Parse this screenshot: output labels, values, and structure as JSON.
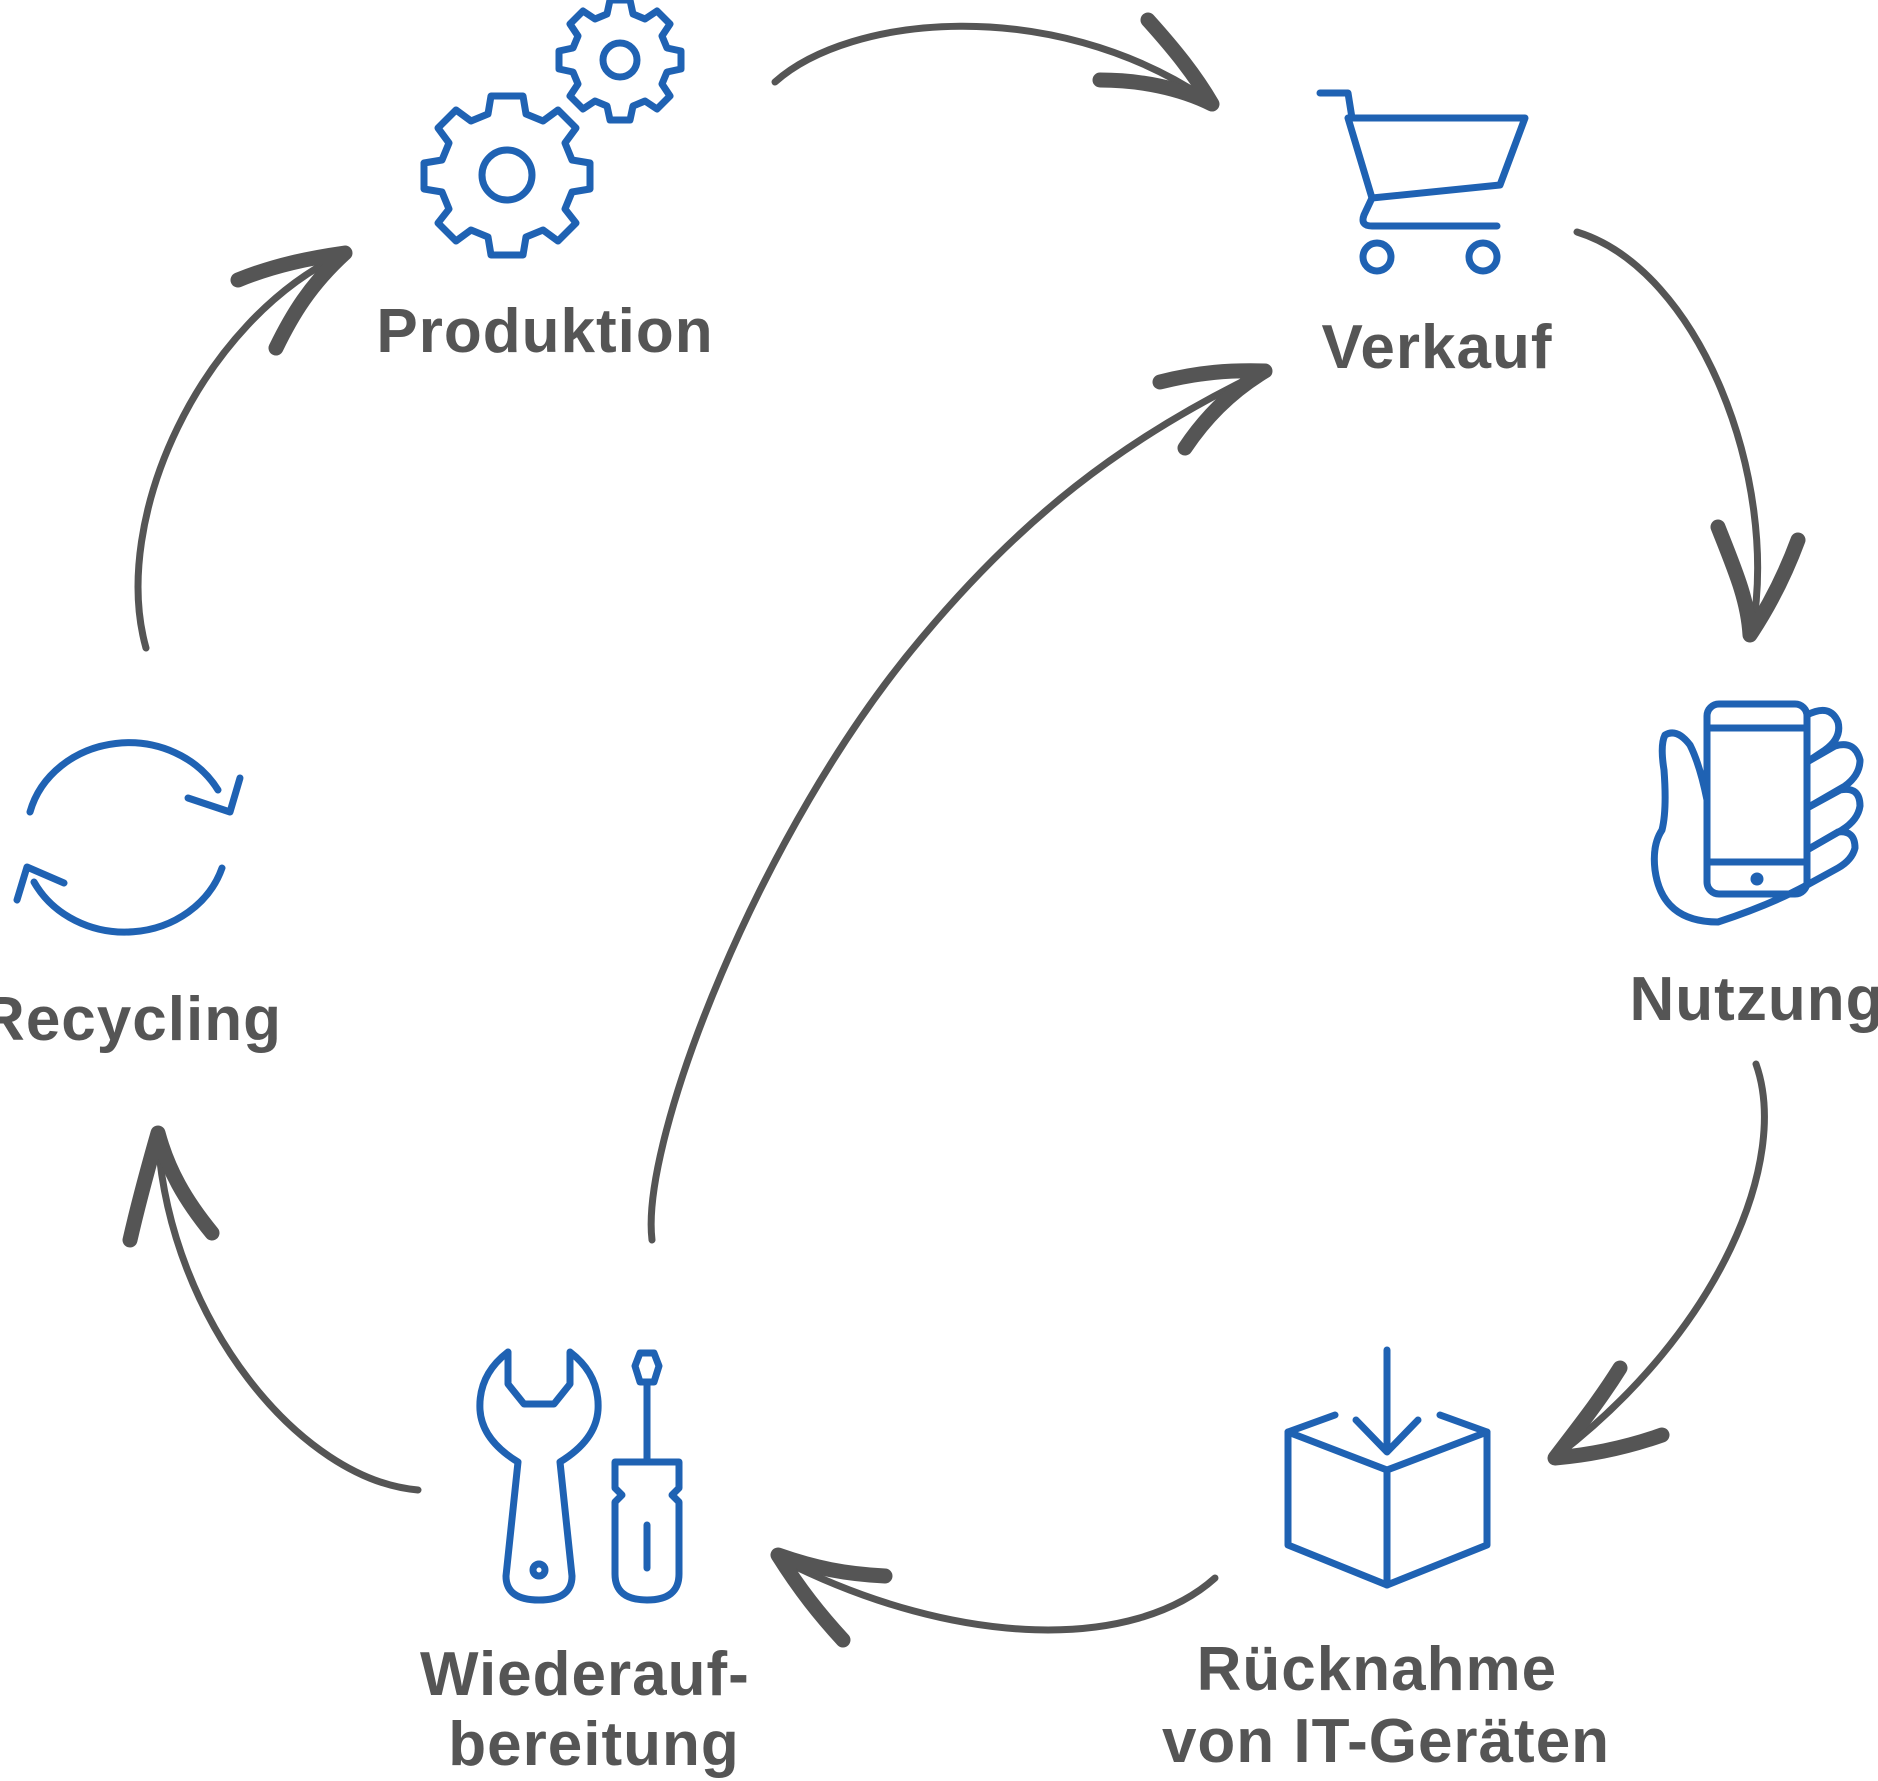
{
  "colors": {
    "icon": "#1f62b3",
    "arrow": "#555555",
    "text": "#555555",
    "background": "#ffffff"
  },
  "stages": [
    {
      "id": "produktion",
      "lines": [
        "Produktion"
      ],
      "icon": "gears-icon"
    },
    {
      "id": "verkauf",
      "lines": [
        "Verkauf"
      ],
      "icon": "shopping-cart-icon"
    },
    {
      "id": "nutzung",
      "lines": [
        "Nutzung"
      ],
      "icon": "hand-smartphone-icon"
    },
    {
      "id": "ruecknahme",
      "lines": [
        "Rücknahme",
        "von IT-Geräten"
      ],
      "icon": "box-return-icon"
    },
    {
      "id": "wiederaufbereitung",
      "lines": [
        "Wiederauf-",
        "bereitung"
      ],
      "icon": "wrench-screwdriver-icon"
    },
    {
      "id": "recycling",
      "lines": [
        "Recycling"
      ],
      "icon": "recycle-arrows-icon"
    }
  ],
  "flows": [
    {
      "from": "produktion",
      "to": "verkauf"
    },
    {
      "from": "verkauf",
      "to": "nutzung"
    },
    {
      "from": "nutzung",
      "to": "ruecknahme"
    },
    {
      "from": "ruecknahme",
      "to": "wiederaufbereitung"
    },
    {
      "from": "wiederaufbereitung",
      "to": "recycling"
    },
    {
      "from": "recycling",
      "to": "produktion"
    },
    {
      "from": "wiederaufbereitung",
      "to": "verkauf"
    }
  ]
}
